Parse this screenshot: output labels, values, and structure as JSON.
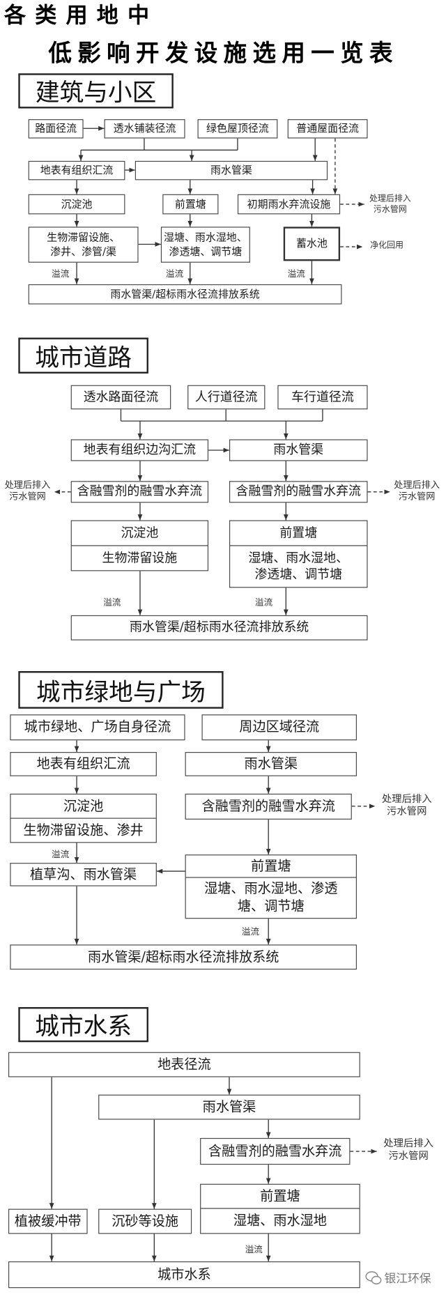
{
  "title": {
    "line1": "各类用地中",
    "line2": "低影响开发设施选用一览表"
  },
  "buildings": {
    "heading": "建筑与小区",
    "road_runoff": "路面径流",
    "permeable_paving_runoff": "透水铺装径流",
    "green_roof_runoff": "绿色屋顶径流",
    "ordinary_roof_runoff": "普通屋面径流",
    "surface_collection": "地表有组织汇流",
    "storm_pipe": "雨水管渠",
    "sedimentation_tank": "沉淀池",
    "forebay": "前置塘",
    "first_flush": "初期雨水弃流设施",
    "to_sewer": "处理后排入\n污水管网",
    "bioretention": "生物滞留设施、\n渗井、渗管/渠",
    "wetland": "湿塘、雨水湿地、\n渗透塘、调节塘",
    "cistern": "蓄水池",
    "reuse": "净化回用",
    "overflow": "溢流",
    "discharge": "雨水管渠/超标雨水径流排放系统"
  },
  "roads": {
    "heading": "城市道路",
    "permeable_pavement_runoff": "透水路面径流",
    "sidewalk_runoff": "人行道径流",
    "roadway_runoff": "车行道径流",
    "surface_gutter_collection": "地表有组织边沟汇流",
    "storm_pipe": "雨水管渠",
    "snowmelt_diversion": "含融雪剂的融雪水弃流",
    "to_sewer": "处理后排入\n污水管网",
    "sedimentation_tank": "沉淀池",
    "bioretention": "生物滞留设施",
    "forebay": "前置塘",
    "wetland": "湿塘、雨水湿地、\n渗透塘、调节塘",
    "overflow": "溢流",
    "discharge": "雨水管渠/超标雨水径流排放系统"
  },
  "green_space": {
    "heading": "城市绿地与广场",
    "own_runoff": "城市绿地、广场自身径流",
    "surrounding_runoff": "周边区域径流",
    "surface_collection": "地表有组织汇流",
    "storm_pipe": "雨水管渠",
    "sedimentation_tank": "沉淀池",
    "bioretention": "生物滞留设施、渗井",
    "snowmelt_diversion": "含融雪剂的融雪水弃流",
    "to_sewer": "处理后排入\n污水管网",
    "grass_swale": "植草沟、雨水管渠",
    "forebay": "前置塘",
    "wetland": "湿塘、雨水湿地、渗透\n塘、调节塘",
    "overflow": "溢流",
    "discharge": "雨水管渠/超标雨水径流排放系统"
  },
  "water_system": {
    "heading": "城市水系",
    "surface_runoff": "地表径流",
    "storm_pipe": "雨水管渠",
    "snowmelt_diversion": "含融雪剂的融雪水弃流",
    "to_sewer": "处理后排入\n污水管网",
    "forebay": "前置塘",
    "wetland": "湿塘、雨水湿地",
    "vegetated_buffer": "植被缓冲带",
    "grit_facility": "沉砂等设施",
    "overflow": "溢流",
    "receiving_water": "城市水系"
  },
  "watermark": {
    "text": "银江环保",
    "icon": "wechat-icon"
  },
  "colors": {
    "line": "#333333",
    "box_border": "#4a4a4a"
  }
}
